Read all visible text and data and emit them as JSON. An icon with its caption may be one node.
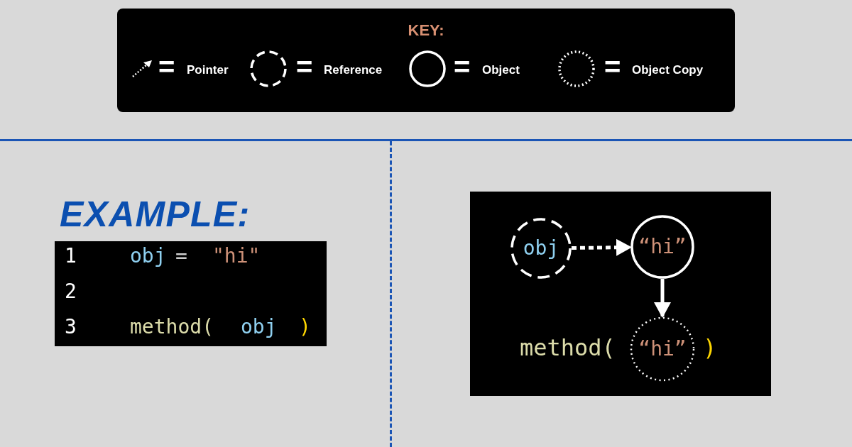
{
  "diagram": {
    "nodes": [
      {
        "text": [
          "KEY:"
        ]
      },
      {
        "text": [
          "1",
          "obj",
          "=",
          "\"hi\"",
          "2",
          "3",
          "method(",
          "obj",
          ")"
        ]
      },
      {
        "text": [
          "method(",
          ")"
        ]
      },
      {
        "text": [
          "obj"
        ],
        "in": 2
      },
      {
        "text": [
          "“hi”"
        ],
        "in": 2
      },
      {
        "text": [
          "“hi”"
        ],
        "in": 2
      }
    ],
    "edges": [
      {
        "from": 3,
        "to": 4,
        "arrow": "to",
        "style": "dashed"
      },
      {
        "from": 4,
        "to": 5,
        "arrow": "to"
      }
    ],
    "labels": [
      "=",
      "=",
      "=",
      "=",
      "EXAMPLE:"
    ],
    "legend": [
      {
        "text": "Pointer"
      },
      {
        "text": "Reference"
      },
      {
        "text": "Object"
      },
      {
        "text": "Object Copy"
      }
    ]
  }
}
